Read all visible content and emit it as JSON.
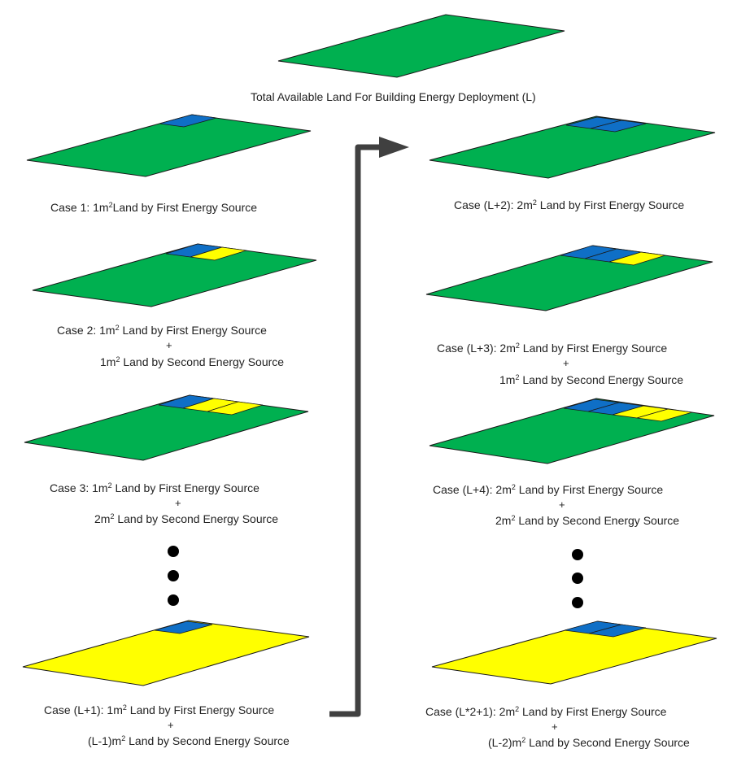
{
  "colors": {
    "land_green": "#00b050",
    "first_source_blue": "#0f6fc6",
    "second_source_yellow": "#ffff00",
    "outline": "#1a1a1a",
    "arrow": "#404040",
    "dot": "#000000"
  },
  "title": "Total Available Land For Building Energy Deployment (L)",
  "plus_sign": "+",
  "cases": {
    "c1": {
      "line1": [
        "Case 1: 1m",
        "2",
        "Land by First Energy Source"
      ]
    },
    "c2": {
      "line1": [
        "Case 2: 1m",
        "2",
        " Land by First Energy Source"
      ],
      "line2": [
        "1m",
        "2",
        " Land by Second Energy Source"
      ]
    },
    "c3": {
      "line1": [
        "Case 3: 1m",
        "2",
        " Land by First Energy Source"
      ],
      "line2": [
        "2m",
        "2",
        " Land by Second Energy Source"
      ]
    },
    "cl1": {
      "line1": [
        "Case (L+1): 1m",
        "2",
        " Land by First Energy Source"
      ],
      "line2": [
        "(L-1)m",
        "2",
        " Land by Second Energy Source"
      ]
    },
    "cl2": {
      "line1": [
        "Case (L+2): 2m",
        "2",
        " Land by First Energy Source"
      ]
    },
    "cl3": {
      "line1": [
        "Case (L+3): 2m",
        "2",
        " Land by First Energy Source"
      ],
      "line2": [
        "1m",
        "2",
        " Land by Second Energy Source"
      ]
    },
    "cl4": {
      "line1": [
        "Case (L+4): 2m",
        "2",
        " Land by First Energy Source"
      ],
      "line2": [
        "2m",
        "2",
        " Land by Second Energy Source"
      ]
    },
    "cl5": {
      "line1": [
        "Case (L*2+1): 2m",
        "2",
        " Land by First Energy Source"
      ],
      "line2": [
        "(L-2)m",
        "2",
        " Land by Second Energy Source"
      ]
    }
  }
}
